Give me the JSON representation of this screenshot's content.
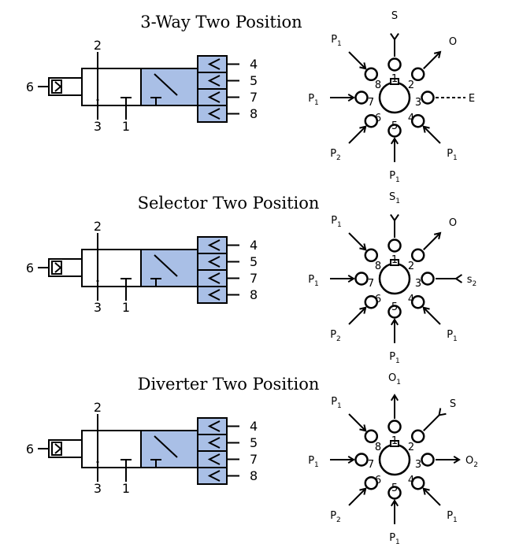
{
  "colors": {
    "valve_fill": "#a9bfe6",
    "line": "#000000",
    "background": "#ffffff"
  },
  "panels": [
    {
      "title": "3-Way Two Position",
      "valve": {
        "port_left": "6",
        "port_top": "2",
        "port_bottom_left": "3",
        "port_bottom_right": "1",
        "ports_right": [
          "4",
          "5",
          "7",
          "8"
        ]
      },
      "port_map": {
        "center_labels": [
          "1",
          "2",
          "3",
          "4",
          "5",
          "6",
          "7",
          "8"
        ],
        "top": {
          "main": "S",
          "sub": ""
        },
        "top_right": {
          "main": "O",
          "sub": ""
        },
        "right": {
          "main": "E",
          "sub": ""
        },
        "bottom_right": {
          "main": "P",
          "sub": "1"
        },
        "bottom": {
          "main": "P",
          "sub": "1"
        },
        "bottom_left": {
          "main": "P",
          "sub": "2"
        },
        "left": {
          "main": "P",
          "sub": "1"
        },
        "top_left": {
          "main": "P",
          "sub": "1"
        }
      }
    },
    {
      "title": "Selector Two Position",
      "valve": {
        "port_left": "6",
        "port_top": "2",
        "port_bottom_left": "3",
        "port_bottom_right": "1",
        "ports_right": [
          "4",
          "5",
          "7",
          "8"
        ]
      },
      "port_map": {
        "center_labels": [
          "1",
          "2",
          "3",
          "4",
          "5",
          "6",
          "7",
          "8"
        ],
        "top": {
          "main": "S",
          "sub": "1"
        },
        "top_right": {
          "main": "O",
          "sub": ""
        },
        "right": {
          "main": "s",
          "sub": "2"
        },
        "bottom_right": {
          "main": "P",
          "sub": "1"
        },
        "bottom": {
          "main": "P",
          "sub": "1"
        },
        "bottom_left": {
          "main": "P",
          "sub": "2"
        },
        "left": {
          "main": "P",
          "sub": "1"
        },
        "top_left": {
          "main": "P",
          "sub": "1"
        }
      }
    },
    {
      "title": "Diverter Two Position",
      "valve": {
        "port_left": "6",
        "port_top": "2",
        "port_bottom_left": "3",
        "port_bottom_right": "1",
        "ports_right": [
          "4",
          "5",
          "7",
          "8"
        ]
      },
      "port_map": {
        "center_labels": [
          "1",
          "2",
          "3",
          "4",
          "5",
          "6",
          "7",
          "8"
        ],
        "top": {
          "main": "O",
          "sub": "1"
        },
        "top_right": {
          "main": "S",
          "sub": ""
        },
        "right": {
          "main": "O",
          "sub": "2"
        },
        "bottom_right": {
          "main": "P",
          "sub": "1"
        },
        "bottom": {
          "main": "P",
          "sub": "1"
        },
        "bottom_left": {
          "main": "P",
          "sub": "2"
        },
        "left": {
          "main": "P",
          "sub": "1"
        },
        "top_left": {
          "main": "P",
          "sub": "1"
        }
      }
    }
  ]
}
